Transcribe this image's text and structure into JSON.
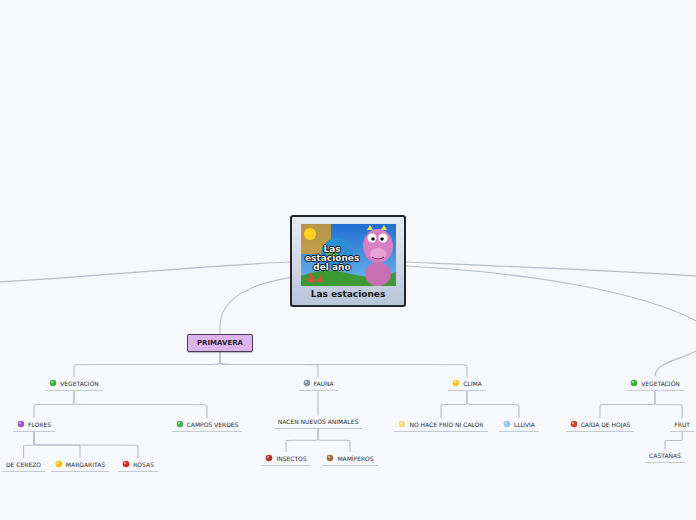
{
  "diagram": {
    "nodes": [
      {
        "text": [
          "Las estaciones"
        ]
      },
      {
        "text": [
          "PRIMAVERA"
        ]
      },
      {
        "text": [
          "VEGETACIÓN"
        ]
      },
      {
        "text": [
          "FLORES"
        ]
      },
      {
        "text": [
          "DE CEREZO"
        ]
      },
      {
        "text": [
          "MARGARITAS"
        ]
      },
      {
        "text": [
          "ROSAS"
        ]
      },
      {
        "text": [
          "CAMPOS VERDES"
        ]
      },
      {
        "text": [
          "FAUNA"
        ]
      },
      {
        "text": [
          "NACEN NUEVOS ANIMALES"
        ]
      },
      {
        "text": [
          "INSECTOS"
        ]
      },
      {
        "text": [
          "MAMÍFEROS"
        ]
      },
      {
        "text": [
          "CLIMA"
        ]
      },
      {
        "text": [
          "NO HACE FRÍO NI CALOR"
        ]
      },
      {
        "text": [
          "LLUVIA"
        ]
      },
      {
        "text": [
          "VEGETACIÓN"
        ]
      },
      {
        "text": [
          "CAÍDA DE HOJAS"
        ]
      },
      {
        "text": [
          "FRUT"
        ]
      },
      {
        "text": [
          "CASTAÑAS"
        ]
      }
    ],
    "edges": [
      {
        "from": 0,
        "to": 1,
        "arrow": "none"
      },
      {
        "from": 1,
        "to": 2,
        "arrow": "none"
      },
      {
        "from": 1,
        "to": 8,
        "arrow": "none"
      },
      {
        "from": 1,
        "to": 12,
        "arrow": "none"
      },
      {
        "from": 2,
        "to": 3,
        "arrow": "none"
      },
      {
        "from": 2,
        "to": 7,
        "arrow": "none"
      },
      {
        "from": 3,
        "to": 4,
        "arrow": "none"
      },
      {
        "from": 3,
        "to": 5,
        "arrow": "none"
      },
      {
        "from": 3,
        "to": 6,
        "arrow": "none"
      },
      {
        "from": 8,
        "to": 9,
        "arrow": "none"
      },
      {
        "from": 9,
        "to": 10,
        "arrow": "none"
      },
      {
        "from": 9,
        "to": 11,
        "arrow": "none"
      },
      {
        "from": 12,
        "to": 13,
        "arrow": "none"
      },
      {
        "from": 12,
        "to": 14,
        "arrow": "none"
      },
      {
        "from": 15,
        "to": 16,
        "arrow": "none"
      },
      {
        "from": 15,
        "to": 17,
        "arrow": "none"
      },
      {
        "from": 17,
        "to": 18,
        "arrow": "none"
      }
    ],
    "labels": [
      "Las estaciones del año"
    ]
  }
}
